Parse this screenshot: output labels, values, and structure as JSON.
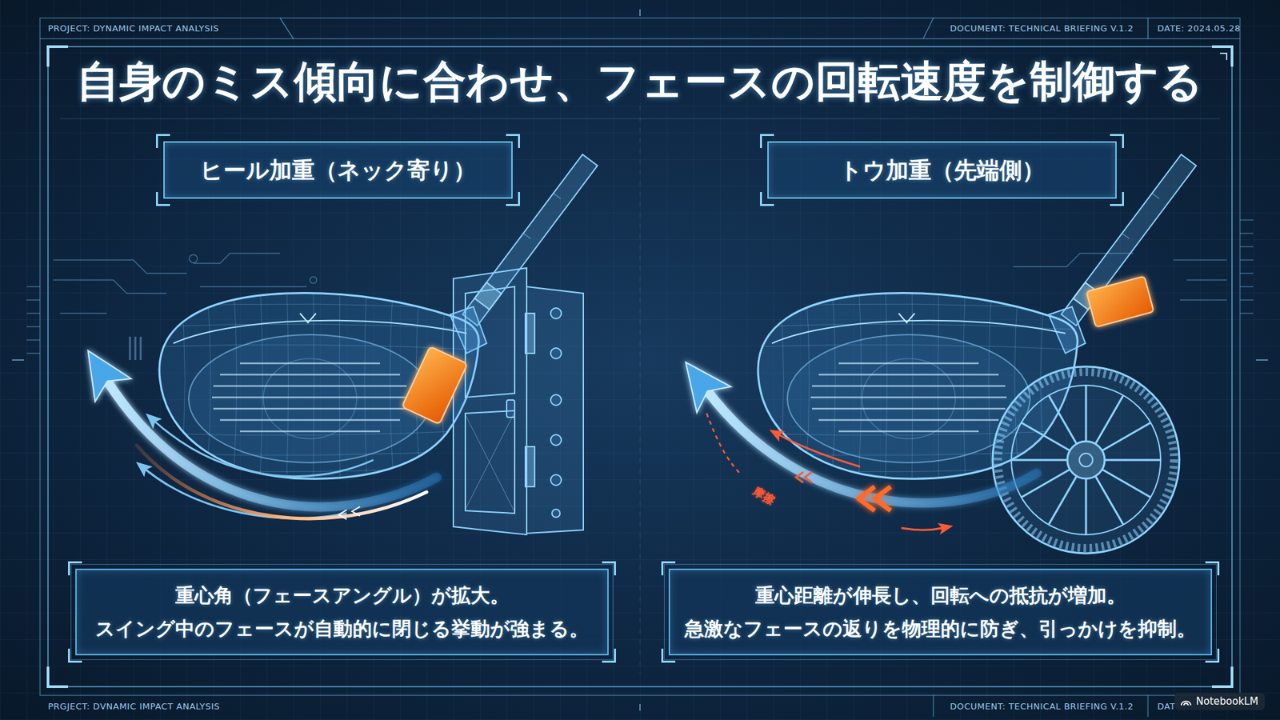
{
  "diagram": {
    "title": "自身のミス傾向に合わせ、フェースの回転速度を制御する",
    "nodes": [
      {
        "text": [
          "ヒール加重（ネック寄り）"
        ]
      },
      {
        "text": [
          "トウ加重（先端側）"
        ]
      },
      {
        "text": [
          "重心角（フェースアングル）が拡大。",
          "スイング中のフェースが自動的に閉じる挙動が強まる。"
        ]
      },
      {
        "text": [
          "重心距離が伸長し、回転への抵抗が増加。",
          "急激なフェースの返りを物理的に防ぎ、引っかけを抑制。"
        ]
      }
    ],
    "labels": [
      "PROJECT: DYNAMIC IMPACT ANALYSIS",
      "DOCUMENT: TECHNICAL BRIEFING V.1.2",
      "DATE: 2024.05.28",
      "摩擦",
      "PRGJECT: DVNAMIC IMPACT ANALYSIS",
      "DOCUMENT: TECHNICAL BRIEFING V.1.2",
      "DAT",
      "NotebookLM"
    ]
  }
}
